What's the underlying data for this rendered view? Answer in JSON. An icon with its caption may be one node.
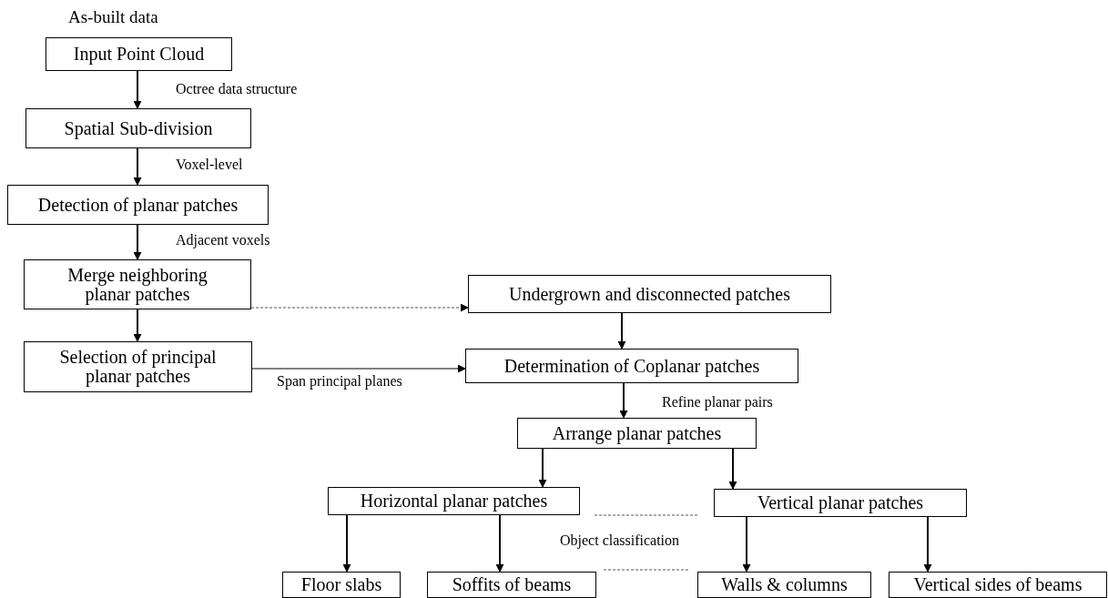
{
  "diagram": {
    "nodes": [
      {
        "text": [
          "Input Point Cloud"
        ],
        "beside": [
          "As-built data"
        ]
      },
      {
        "text": [
          "Spatial Sub-division"
        ]
      },
      {
        "text": [
          "Detection of planar patches"
        ]
      },
      {
        "text": [
          "Merge neighboring planar patches"
        ]
      },
      {
        "text": [
          "Selection of principal planar patches"
        ]
      },
      {
        "text": [
          "Undergrown and disconnected patches"
        ]
      },
      {
        "text": [
          "Determination of Coplanar patches"
        ]
      },
      {
        "text": [
          "Arrange planar patches"
        ]
      },
      {
        "text": [
          "Horizontal planar patches"
        ]
      },
      {
        "text": [
          "Vertical planar patches"
        ]
      },
      {
        "text": [
          "Floor slabs"
        ]
      },
      {
        "text": [
          "Soffits of beams"
        ]
      },
      {
        "text": [
          "Walls & columns"
        ]
      },
      {
        "text": [
          "Vertical sides of beams"
        ]
      }
    ],
    "edges": [
      {
        "from": 0,
        "to": 1,
        "arrow": "to",
        "label": "Octree data structure"
      },
      {
        "from": 1,
        "to": 2,
        "arrow": "to",
        "label": "Voxel-level"
      },
      {
        "from": 2,
        "to": 3,
        "arrow": "to",
        "label": "Adjacent voxels"
      },
      {
        "from": 3,
        "to": 4,
        "arrow": "to"
      },
      {
        "from": 3,
        "to": 5,
        "arrow": "to",
        "style": "dashed"
      },
      {
        "from": 4,
        "to": 6,
        "arrow": "to",
        "label": "Span principal planes"
      },
      {
        "from": 5,
        "to": 6,
        "arrow": "to"
      },
      {
        "from": 6,
        "to": 7,
        "arrow": "to",
        "label": "Refine planar pairs"
      },
      {
        "from": 7,
        "to": 8,
        "arrow": "to"
      },
      {
        "from": 7,
        "to": 9,
        "arrow": "to"
      },
      {
        "from": 8,
        "to": 10,
        "arrow": "to"
      },
      {
        "from": 8,
        "to": 11,
        "arrow": "to"
      },
      {
        "from": 9,
        "to": 12,
        "arrow": "to"
      },
      {
        "from": 9,
        "to": 13,
        "arrow": "to"
      }
    ],
    "labels": [
      "Object classification"
    ]
  }
}
